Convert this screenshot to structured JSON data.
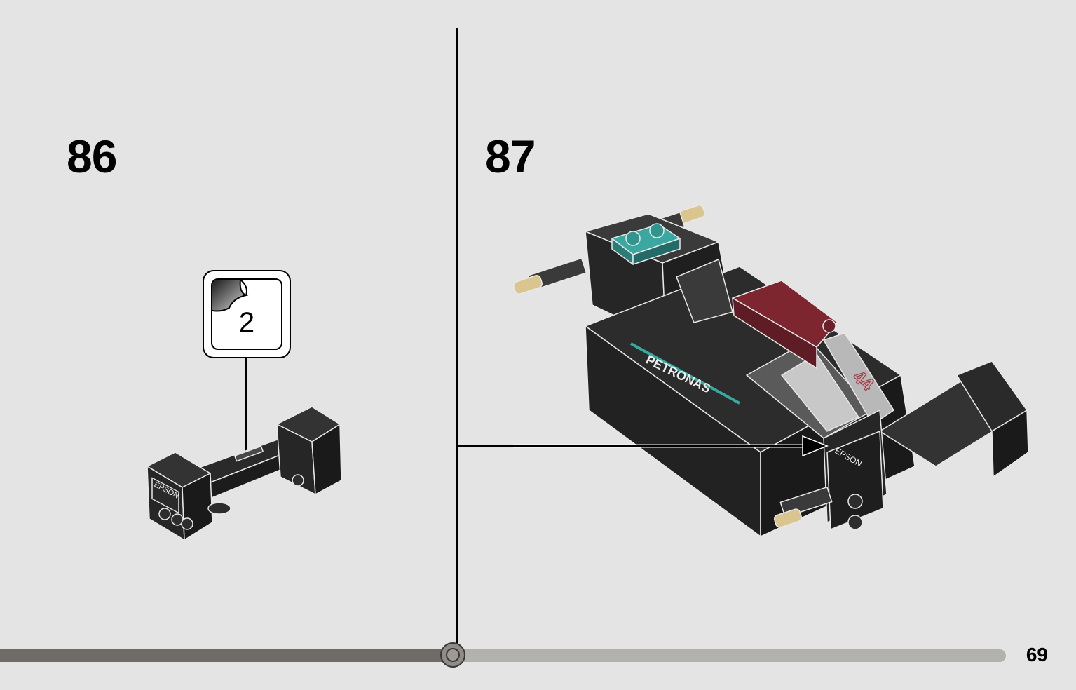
{
  "steps": [
    {
      "number": "86",
      "sticker_callout": {
        "count": "2"
      }
    },
    {
      "number": "87"
    }
  ],
  "part_print": {
    "sponsor_text": "EPSON",
    "livery_text": "PETRONAS",
    "car_number": "44"
  },
  "page_number": "69",
  "page_progress": 0.45,
  "colors": {
    "background": "#e4e4e4",
    "brick_black": "#2c2c2c",
    "teal": "#3aa8a0",
    "dark_red": "#7d2630",
    "tan": "#d9c58d",
    "progress_fill": "#6f6c68",
    "progress_track": "#b3b1ae"
  }
}
